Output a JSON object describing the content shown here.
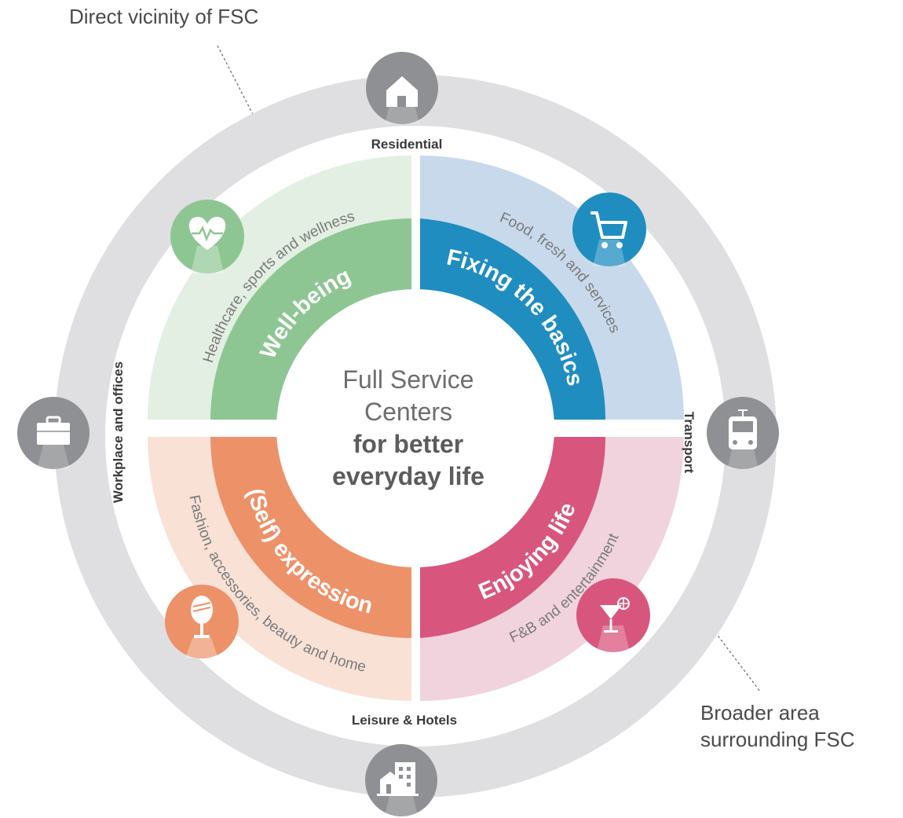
{
  "callouts": {
    "direct_vicinity": "Direct vicinity of FSC",
    "broader_area_line1": "Broader area",
    "broader_area_line2": "surrounding FSC"
  },
  "center": {
    "line1": "Full Service",
    "line2": "Centers",
    "line3": "for better",
    "line4": "everyday life"
  },
  "segments": {
    "well_being": {
      "title": "Well-being",
      "subtitle": "Healthcare, sports and wellness",
      "icon": "heart-pulse-icon",
      "color": "#8dc693",
      "light": "#e2efe2"
    },
    "fixing_basics": {
      "title": "Fixing the basics",
      "subtitle": "Food, fresh and services",
      "icon": "shopping-cart-icon",
      "color": "#1f8dc0",
      "light": "#c8d9ec"
    },
    "self_expression": {
      "title": "(Self) expression",
      "subtitle": "Fashion, accessories, beauty and home",
      "icon": "vanity-mirror-icon",
      "color": "#ed9169",
      "light": "#f9e1d6"
    },
    "enjoying_life": {
      "title": "Enjoying life",
      "subtitle": "F&B and entertainment",
      "icon": "cocktail-icon",
      "color": "#d8567d",
      "light": "#f1d3dd"
    }
  },
  "outer_ring": {
    "residential": "Residential",
    "transport": "Transport",
    "leisure_hotels": "Leisure & Hotels",
    "workplace_offices": "Workplace and offices",
    "icons": [
      "house-icon",
      "tram-icon",
      "buildings-icon",
      "briefcase-icon"
    ],
    "ring_color": "#dfdfe1",
    "icon_color": "#8f9093"
  }
}
